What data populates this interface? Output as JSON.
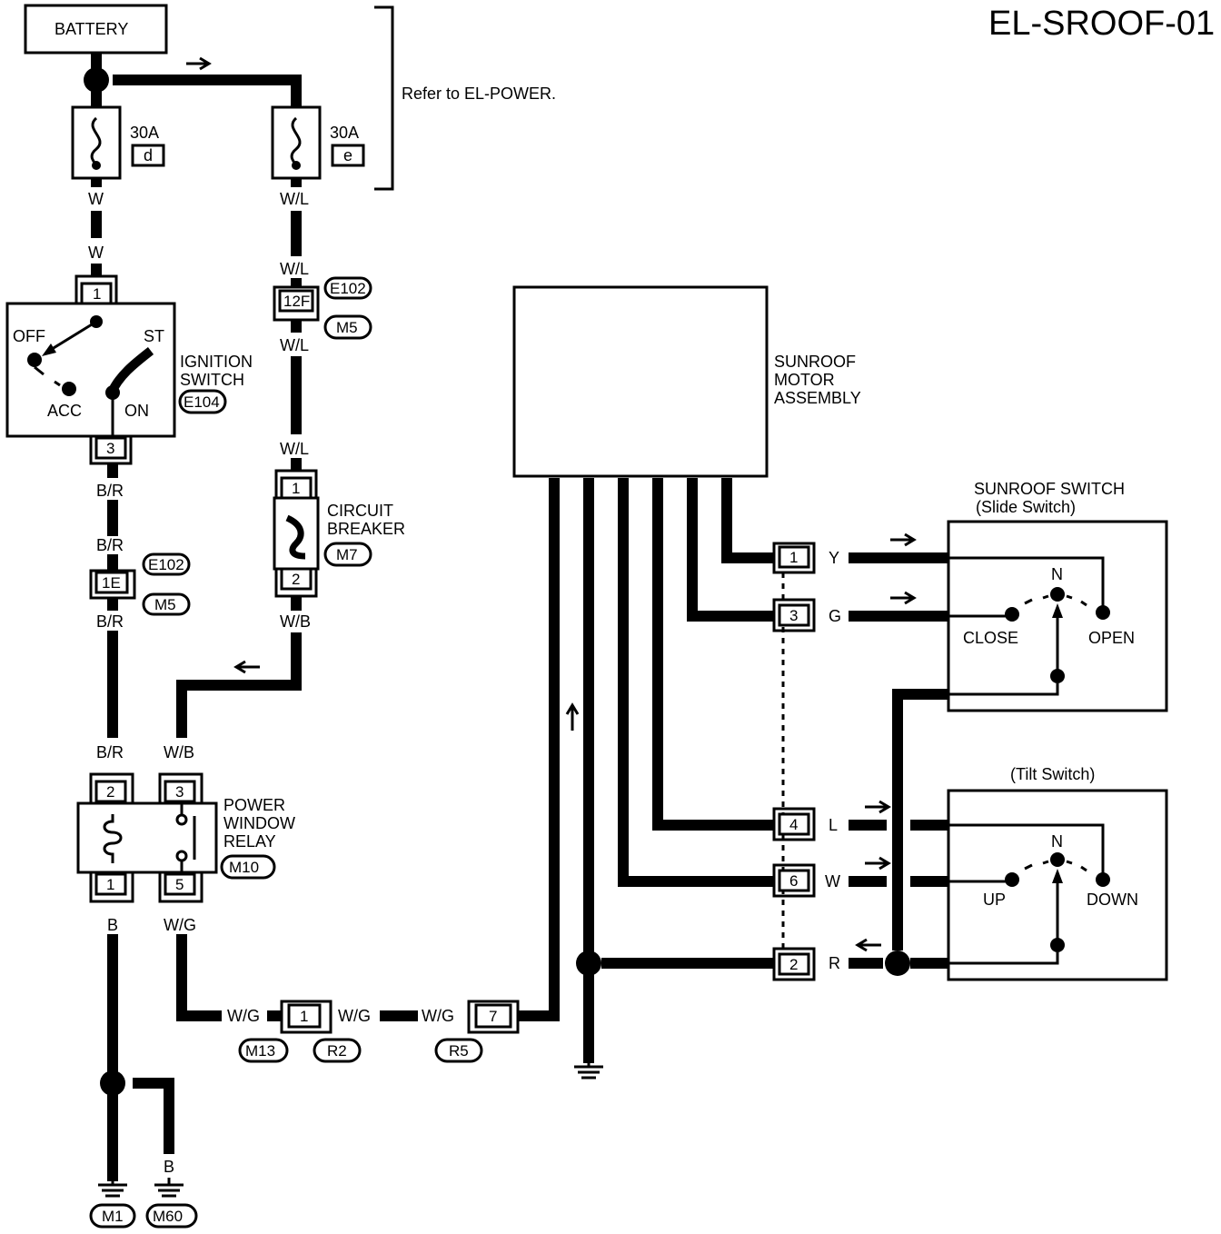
{
  "title": "EL-SROOF-01",
  "battery": "BATTERY",
  "refer": "Refer to EL-POWER.",
  "fuse_d": {
    "rating": "30A",
    "id": "d"
  },
  "fuse_e": {
    "rating": "30A",
    "id": "e"
  },
  "ignition": {
    "name_l1": "IGNITION",
    "name_l2": "SWITCH",
    "code": "E104",
    "off": "OFF",
    "st": "ST",
    "acc": "ACC",
    "on": "ON",
    "pin_top": "1",
    "pin_bottom": "3"
  },
  "breaker": {
    "name_l1": "CIRCUIT",
    "name_l2": "BREAKER",
    "code": "M7",
    "pin_top": "1",
    "pin_bottom": "2"
  },
  "relay": {
    "name_l1": "POWER",
    "name_l2": "WINDOW",
    "name_l3": "RELAY",
    "code": "M10",
    "p2": "2",
    "p3": "3",
    "p1": "1",
    "p5": "5"
  },
  "motor": {
    "l1": "SUNROOF",
    "l2": "MOTOR",
    "l3": "ASSEMBLY"
  },
  "slide": {
    "title": "SUNROOF SWITCH",
    "sub": "(Slide Switch)",
    "n": "N",
    "close": "CLOSE",
    "open": "OPEN"
  },
  "tilt": {
    "sub": "(Tilt Switch)",
    "n": "N",
    "up": "UP",
    "down": "DOWN"
  },
  "wires": {
    "w": "W",
    "wl": "W/L",
    "br": "B/R",
    "wb": "W/B",
    "b": "B",
    "wg": "W/G",
    "y": "Y",
    "g": "G",
    "l": "L",
    "r": "R"
  },
  "connectors": {
    "e102": "E102",
    "m5": "M5",
    "c12f": "12F",
    "c1e": "1E",
    "m13": "M13",
    "r2": "R2",
    "r5": "R5",
    "m1": "M1",
    "m60": "M60",
    "p1": "1",
    "p7": "7"
  },
  "motor_pins": {
    "p1": "1",
    "p3": "3",
    "p4": "4",
    "p6": "6",
    "p2": "2"
  }
}
